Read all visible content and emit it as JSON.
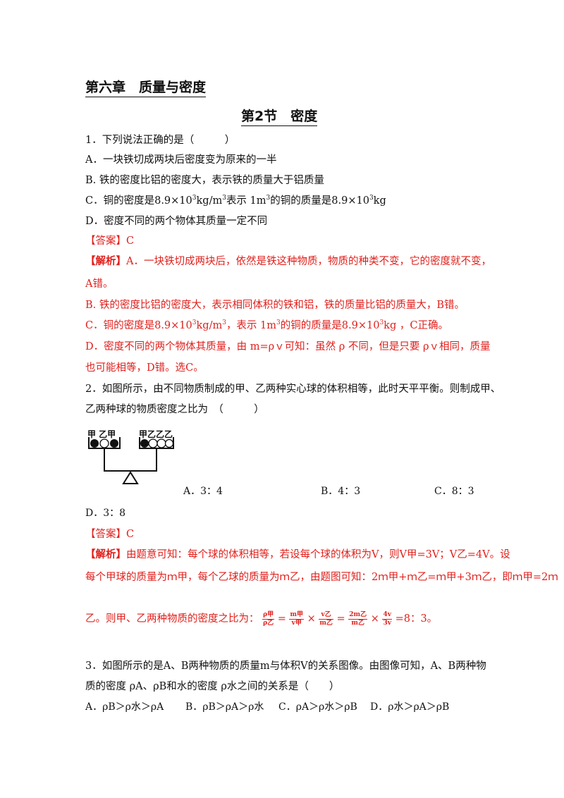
{
  "chapter_title": "第六章　质量与密度",
  "section_title": "第2节　密度",
  "q1": {
    "stem": "1．下列说法正确的是（　　　）",
    "a": "A．一块铁切成两块后密度变为原来的一半",
    "b": "B. 铁的密度比铝的密度大，表示铁的质量大于铝质量",
    "c_pre": "C．铜的密度是8.9×10",
    "c_mid1": "kg/m",
    "c_mid2": "表示 1m",
    "c_mid3": "的铜的质量是8.9×10",
    "c_post": "kg",
    "sup3": "3",
    "d": "D．密度不同的两个物体其质量一定不同",
    "answer": "【答案】C",
    "analysis_tag": "【解析】",
    "analysis_1": "A．一块铁切成两块后，依然是铁这种物质，物质的种类不变，它的密度就不变，",
    "analysis_2": "A错。",
    "analysis_3": "B. 铁的密度比铝的密度大，表示相同体积的铁和铝，铁的质量比铝的质量大，B错。",
    "analysis_4_pre": "C．铜的密度是8.9×10",
    "analysis_4_mid1": "kg/m",
    "analysis_4_mid2": "，表示 1m",
    "analysis_4_mid3": "的铜的质量是8.9×10",
    "analysis_4_post": "kg ，C正确。",
    "analysis_5": "D．密度不同的两个物体其质量，由 m=ρｖ可知：虽然 ρ 不同，但是只要 ρｖ相同，质量",
    "analysis_6": "也可能相等，D错。选C。"
  },
  "q2": {
    "stem_1": "2．如图所示，由不同物质制成的甲、乙两种实心球的体积相等，此时天平平衡。则制成甲、",
    "stem_2": "乙两种球的物质密度之比为　（　　　）",
    "left_labels": "甲 乙甲",
    "right_labels": "甲乙乙乙",
    "opt_a": "A．3：4",
    "opt_b": "B．4：3",
    "opt_c": "C．8：3",
    "opt_d": "D．3：8",
    "answer": "【答案】C",
    "analysis_tag": "【解析】",
    "analysis_1": "由题意可知：每个球的体积相等，若设每个球的体积为V，则V甲=3V；V乙=4V。设",
    "analysis_2": "每个甲球的质量为ｍ甲，每个乙球的质量为ｍ乙，由题图可知：2ｍ甲+ｍ乙=ｍ甲+3ｍ乙，即ｍ甲=2ｍ",
    "analysis_3_pre": "乙。则甲、乙两种物质的密度之比为：",
    "f1_num": "ρ甲",
    "f1_den": "ρ乙",
    "eq": "=",
    "f2_num": "m甲",
    "f2_den": "v甲",
    "times": "×",
    "f3_num": "v乙",
    "f3_den": "m乙",
    "f4_num": "2m乙",
    "f4_den": "m乙",
    "f5_num": "4v",
    "f5_den": "3v",
    "result": "=8：3。"
  },
  "q3": {
    "stem_1": "3．如图所示的是A、B两种物质的质量m与体积V的关系图像。由图像可知，A、B两种物",
    "stem_2": "质的密度 ρA、ρB和水的密度 ρ水之间的关系是（　　）",
    "opt_a": "A．ρB＞ρ水＞ρA",
    "opt_b": "B．ρB＞ρA＞ρ水",
    "opt_c": "C．ρA＞ρ水＞ρB",
    "opt_d": "D．ρ水＞ρA＞ρB"
  }
}
